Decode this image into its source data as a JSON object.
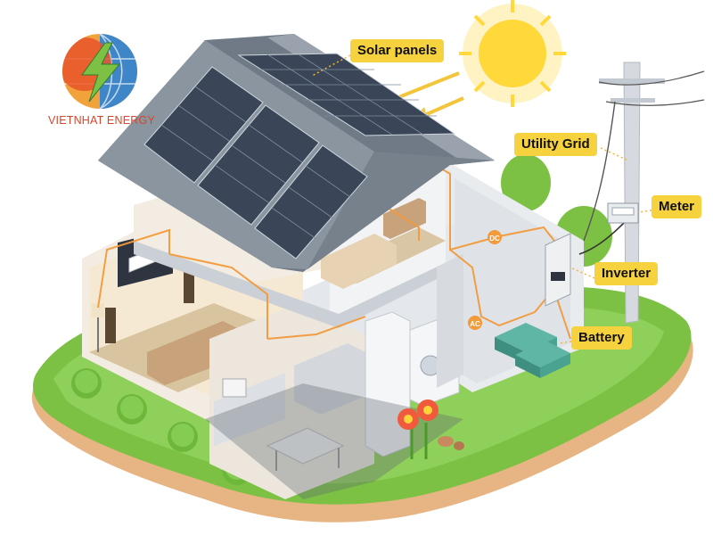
{
  "brand": {
    "name": "VIETNHAT ENERGY",
    "logo_icon": "lightning-globe-logo",
    "colors": {
      "primary": "#e8552a",
      "secondary": "#f2a23a",
      "accent": "#3f86c8"
    }
  },
  "labels": {
    "solar_panels": "Solar panels",
    "utility_grid": "Utility Grid",
    "meter": "Meter",
    "inverter": "Inverter",
    "battery": "Battery"
  },
  "wire_tags": {
    "dc": "DC",
    "ac": "AC"
  },
  "colors": {
    "label_bg": "#f7d23f",
    "wire": "#f39a3b",
    "roof_panel": "#3a4658",
    "roof_frame": "#808a95",
    "grass": "#7cc144",
    "soil": "#e6b583",
    "sun": "#ffd83a"
  }
}
